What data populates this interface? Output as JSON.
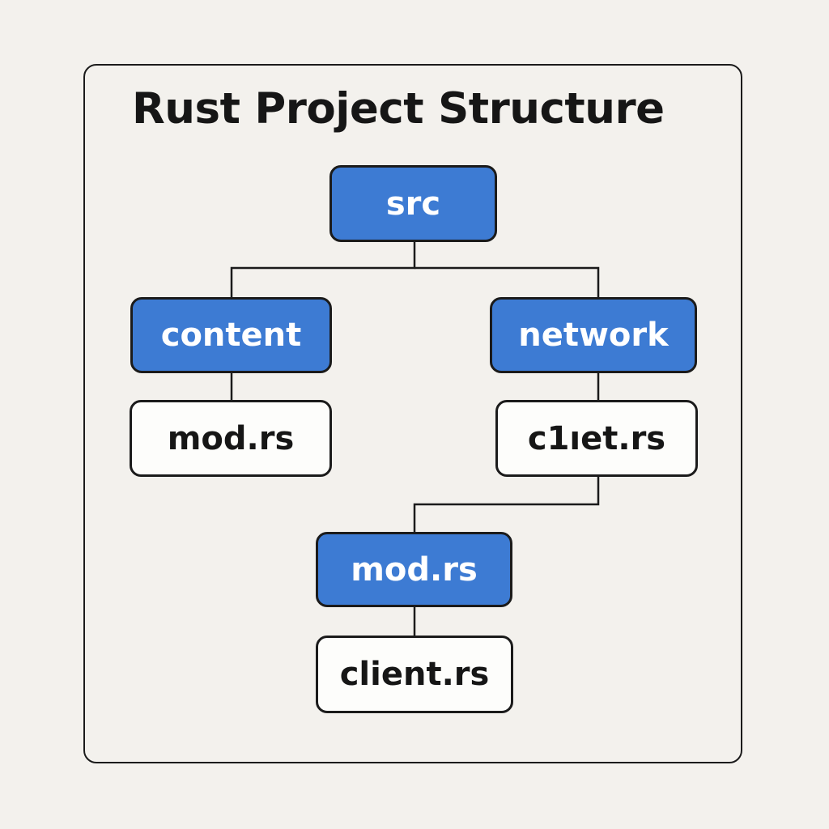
{
  "diagram": {
    "title": "Rust Project Structure",
    "nodes": [
      {
        "id": "src",
        "label": "src",
        "kind": "folder"
      },
      {
        "id": "content",
        "label": "content",
        "kind": "folder"
      },
      {
        "id": "network",
        "label": "network",
        "kind": "folder"
      },
      {
        "id": "content-mod",
        "label": "mod.rs",
        "kind": "file"
      },
      {
        "id": "network-file",
        "label": "c1ıet.rs",
        "kind": "file"
      },
      {
        "id": "mod",
        "label": "mod.rs",
        "kind": "folder"
      },
      {
        "id": "client",
        "label": "client.rs",
        "kind": "file"
      }
    ],
    "edges": [
      {
        "from": "src",
        "to": "content"
      },
      {
        "from": "src",
        "to": "network"
      },
      {
        "from": "content",
        "to": "content-mod"
      },
      {
        "from": "network",
        "to": "network-file"
      },
      {
        "from": "network-file",
        "to": "mod"
      },
      {
        "from": "mod",
        "to": "client"
      }
    ],
    "colors": {
      "folder_fill": "#3d7bd3",
      "file_fill": "#fdfdfb",
      "outline": "#1b1b1b",
      "background": "#f3f1ed"
    }
  }
}
